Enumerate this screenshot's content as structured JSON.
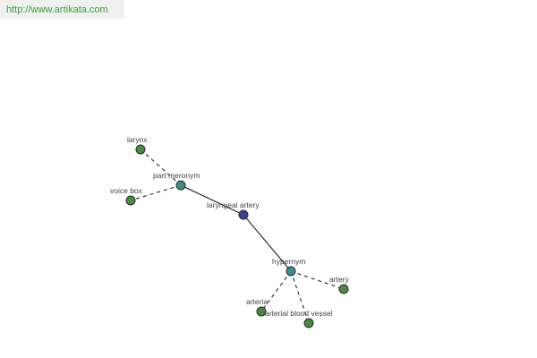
{
  "source": {
    "url_text": "http://www.artikata.com"
  },
  "graph": {
    "nodes": {
      "center": {
        "label": "laryngeal artery",
        "color": "#3a3f8f"
      },
      "part_meronym": {
        "label": "part meronym",
        "color": "#3a8f8a"
      },
      "larynx": {
        "label": "larynx",
        "color": "#4a8a44"
      },
      "voice_box": {
        "label": "voice box",
        "color": "#4a8a44"
      },
      "hypernym": {
        "label": "hypernym",
        "color": "#3a8f8a"
      },
      "artery": {
        "label": "artery",
        "color": "#4a8a44"
      },
      "arteria": {
        "label": "arteria",
        "color": "#4a8a44"
      },
      "arterial_blood_vessel": {
        "label": "arterial blood vessel",
        "color": "#4a8a44"
      }
    },
    "edges": [
      {
        "from": "center",
        "to": "part_meronym",
        "style": "solid"
      },
      {
        "from": "center",
        "to": "hypernym",
        "style": "solid"
      },
      {
        "from": "part_meronym",
        "to": "larynx",
        "style": "dashed"
      },
      {
        "from": "part_meronym",
        "to": "voice_box",
        "style": "dashed"
      },
      {
        "from": "hypernym",
        "to": "artery",
        "style": "dashed"
      },
      {
        "from": "hypernym",
        "to": "arteria",
        "style": "dashed"
      },
      {
        "from": "hypernym",
        "to": "arterial_blood_vessel",
        "style": "dashed"
      }
    ]
  }
}
